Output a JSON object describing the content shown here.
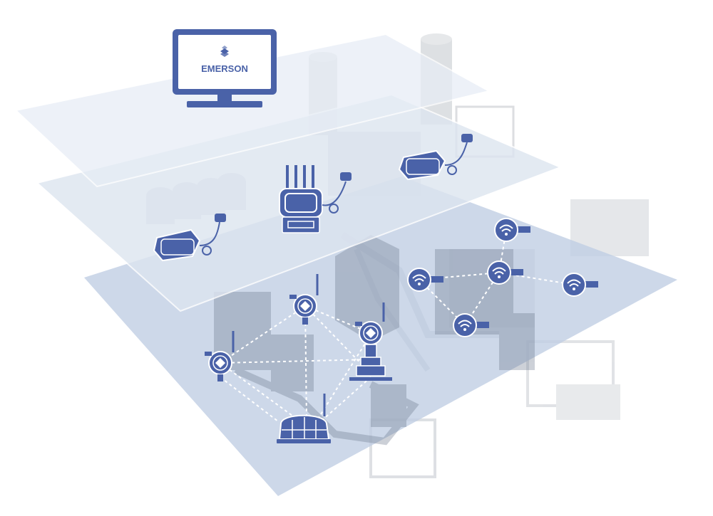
{
  "logo": {
    "text": "EMERSON"
  },
  "colors": {
    "device": "#4a62a8",
    "device_light": "#ffffff",
    "plane_bottom": "#c7d3e6",
    "plane_middle": "#dfe6f1",
    "plane_top": "#e8eef6",
    "plant": "#b9bec6",
    "link": "#ffffff"
  },
  "layers": [
    {
      "name": "control-system-layer",
      "icon": "monitor-icon"
    },
    {
      "name": "gateway-layer",
      "icon": "wireless-gateway-icon"
    },
    {
      "name": "field-device-layer",
      "icon": "transmitter-icon"
    }
  ]
}
